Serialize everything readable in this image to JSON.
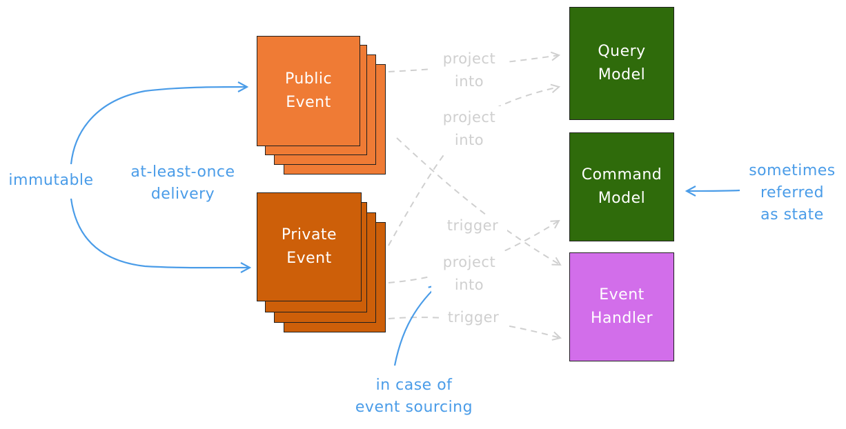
{
  "nodes": {
    "public_event": "Public\nEvent",
    "private_event": "Private\nEvent",
    "query_model": "Query\nModel",
    "command_model": "Command\nModel",
    "event_handler": "Event\nHandler"
  },
  "edges": {
    "public_to_query": "project\ninto",
    "private_to_query": "project\ninto",
    "public_to_handler": "trigger",
    "private_to_command": "project\ninto",
    "private_to_handler": "trigger"
  },
  "annotations": {
    "immutable": "immutable",
    "at_least_once": "at-least-once\ndelivery",
    "sometimes_state": "sometimes\nreferred\nas state",
    "event_sourcing": "in case of\nevent sourcing"
  },
  "colors": {
    "public_event": "#ef7b35",
    "private_event": "#cd5f09",
    "query_model": "#2f6b0b",
    "command_model": "#2f6b0b",
    "event_handler": "#d26eea",
    "annotation_blue": "#4a9ce8",
    "edge_gray": "#cfcfcf"
  }
}
